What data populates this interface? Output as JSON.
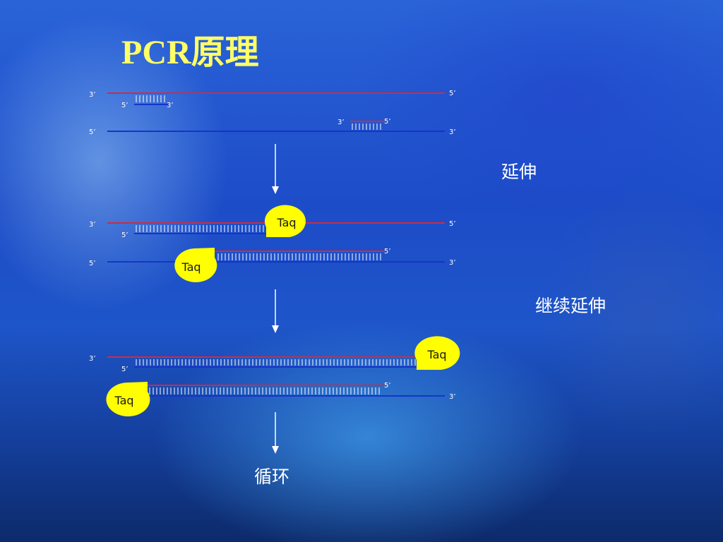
{
  "title": "PCR原理",
  "labels": {
    "extension": "延伸",
    "continued_extension": "继续延伸",
    "cycle": "循环"
  },
  "ends": {
    "three_prime": "3’",
    "five_prime": "5’"
  },
  "enzyme": {
    "name": "Taq",
    "fill": "#ffff00"
  },
  "colors": {
    "template_top": "#d42a3a",
    "template_bottom": "#1535c8",
    "bases": "#ffffff",
    "title": "#ffff66"
  }
}
